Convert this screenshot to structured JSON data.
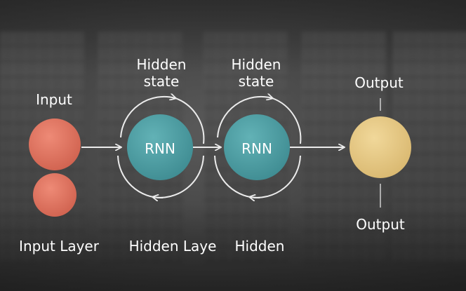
{
  "labels": {
    "input": "Input",
    "hidden_state_1": "Hidden\nstate",
    "hidden_state_2": "Hidden\nstate",
    "output_top": "Output",
    "output_bottom": "Output",
    "input_layer": "Input Layer",
    "hidden_layer": "Hidden Laye",
    "hidden": "Hidden"
  },
  "nodes": {
    "rnn_1": "RNN",
    "rnn_2": "RNN"
  },
  "colors": {
    "input_node": "#e0725f",
    "rnn_node": "#4e9ea3",
    "output_node": "#e8cb87",
    "arrow": "#ececec"
  }
}
